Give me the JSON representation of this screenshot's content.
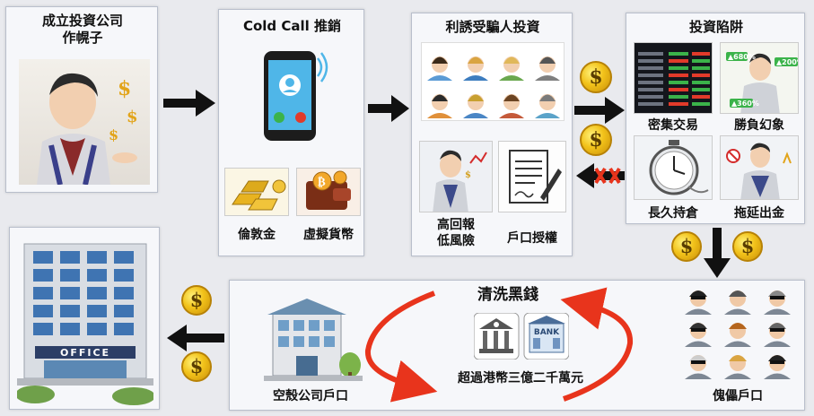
{
  "steps": {
    "company": {
      "title_line1": "成立投資公司",
      "title_line2": "作幌子"
    },
    "cold_call": {
      "title": "Cold Call 推銷",
      "item1": "倫敦金",
      "item2": "虛擬貨幣"
    },
    "lure": {
      "title": "利誘受騙人投資",
      "item1_line1": "高回報",
      "item1_line2": "低風險",
      "item2": "戶口授權"
    },
    "trap": {
      "title": "投資陷阱",
      "item1": "密集交易",
      "item2": "勝負幻象",
      "item3": "長久持倉",
      "item4": "拖延出金"
    },
    "launder": {
      "title": "清洗黑錢",
      "amount": "超過港幣三億二千萬元",
      "bank_sign": "BANK"
    },
    "shell": {
      "label": "空殼公司戶口"
    },
    "puppet": {
      "label": "傀儡戶口"
    },
    "building": {
      "sign": "OFFICE"
    }
  },
  "colors": {
    "arrow": "#111111",
    "cycle_arrow": "#e8341c",
    "coin": "#f2c21a"
  },
  "icons": [
    "coin-icon",
    "phone-icon",
    "gold-bars-icon",
    "bitcoin-wallet-icon",
    "people-icon",
    "document-pen-icon",
    "stopwatch-icon",
    "bank-icon",
    "office-building-icon"
  ]
}
